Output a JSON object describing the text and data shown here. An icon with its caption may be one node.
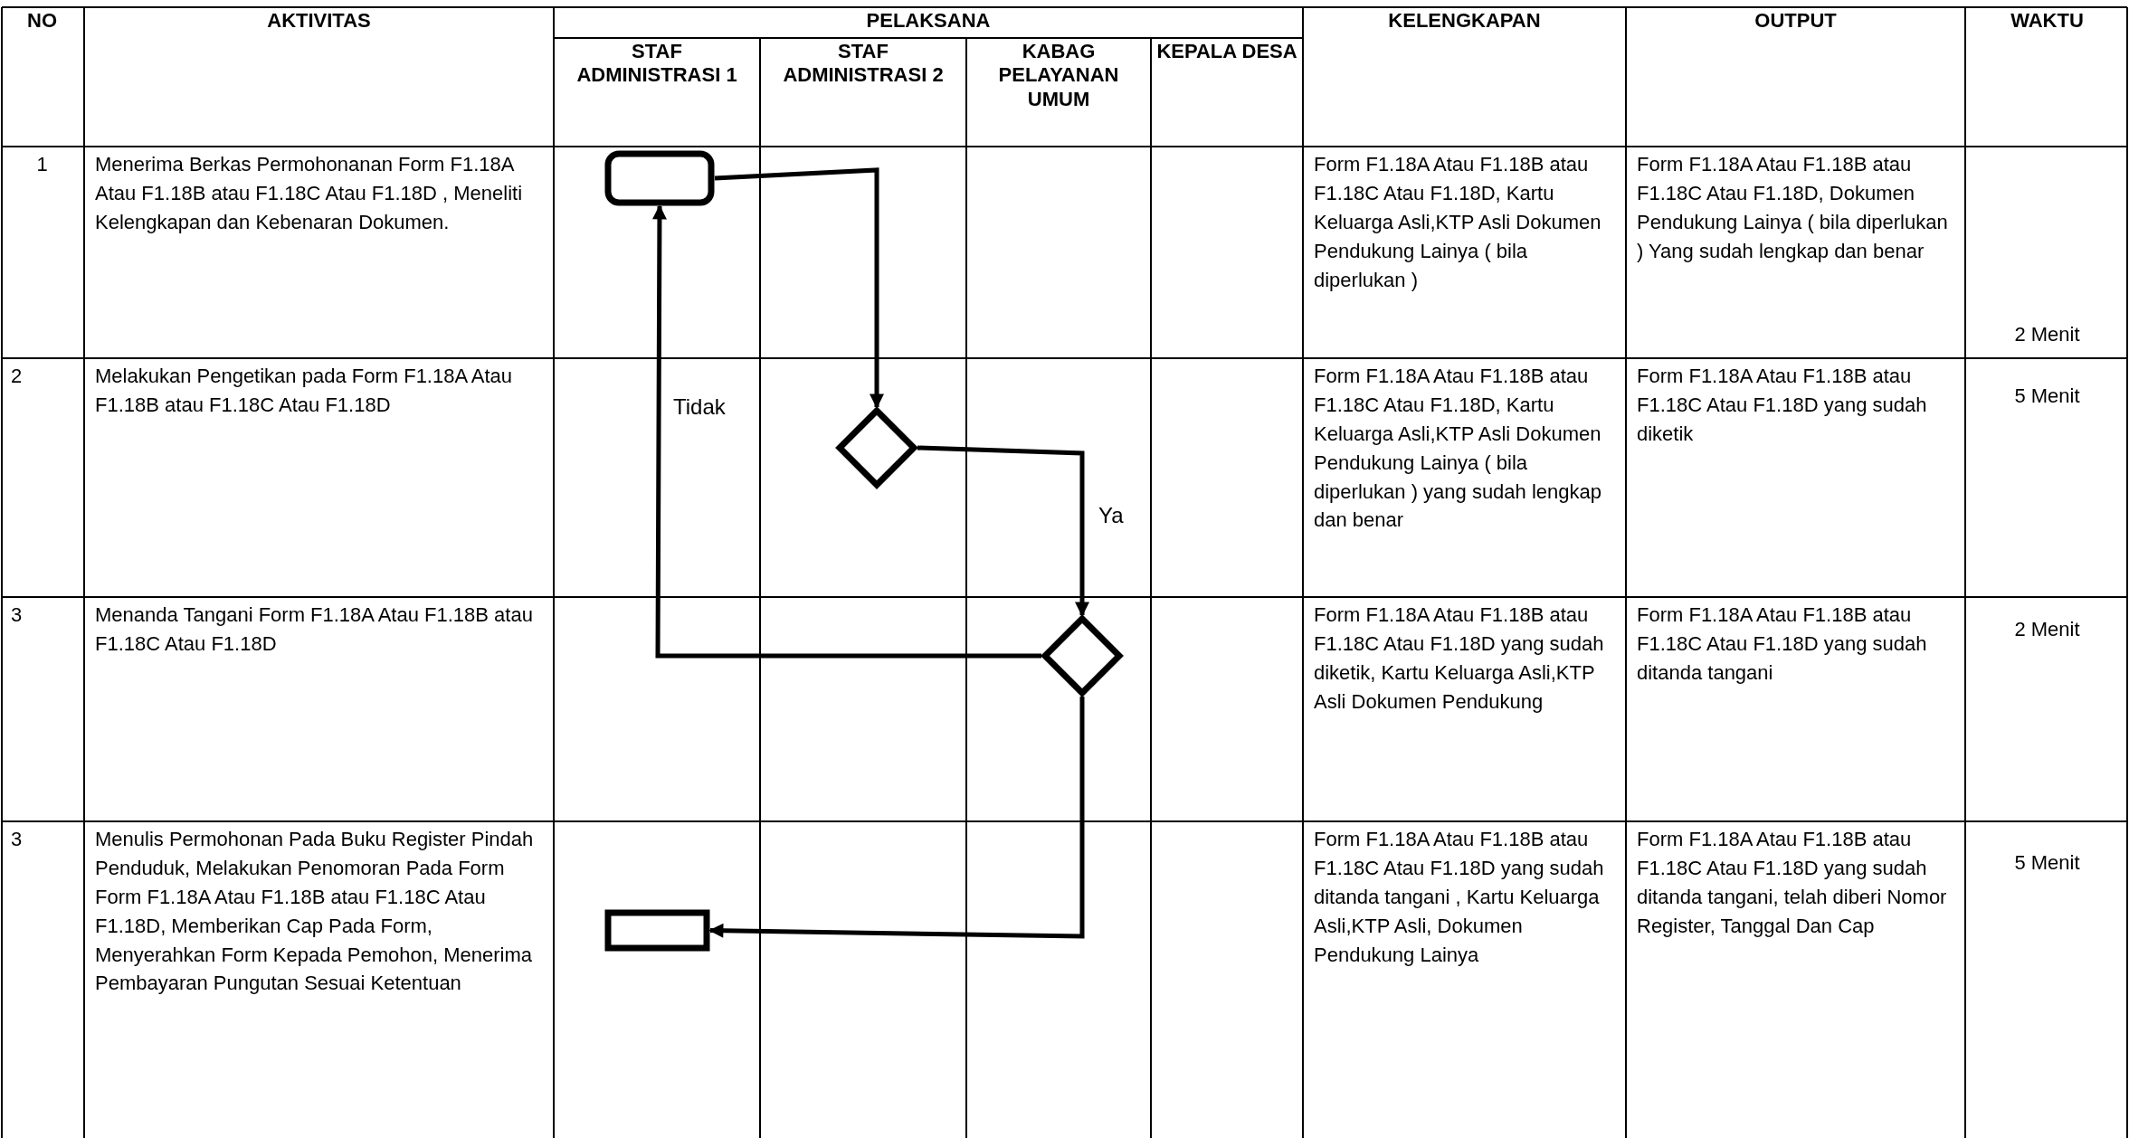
{
  "diagram": {
    "nodes": [
      {
        "text": [],
        "shape": "box"
      },
      {
        "text": [],
        "shape": "diamond"
      },
      {
        "text": [],
        "shape": "diamond"
      },
      {
        "text": [],
        "shape": "box"
      }
    ],
    "edges": [
      {
        "from": 0,
        "to": 1,
        "arrow": "to"
      },
      {
        "from": 1,
        "to": 2,
        "arrow": "to",
        "label": "Ya"
      },
      {
        "from": 2,
        "to": 0,
        "arrow": "to",
        "label": "Tidak"
      },
      {
        "from": 2,
        "to": 3,
        "arrow": "to"
      }
    ],
    "labels": [
      "NO",
      "AKTIVITAS",
      "PELAKSANA",
      "KELENGKAPAN",
      "OUTPUT",
      "WAKTU",
      "STAF ADMINISTRASI 1",
      "STAF ADMINISTRASI 2",
      "KABAG PELAYANAN UMUM",
      "KEPALA DESA",
      "1",
      "Menerima Berkas Permohonanan Form F1.18A Atau F1.18B atau F1.18C Atau F1.18D , Meneliti Kelengkapan dan Kebenaran Dokumen.",
      "Form F1.18A Atau F1.18B atau F1.18C Atau F1.18D, Kartu Keluarga Asli,KTP Asli Dokumen Pendukung Lainya ( bila diperlukan )",
      "Form F1.18A Atau F1.18B atau F1.18C Atau F1.18D, Dokumen Pendukung Lainya ( bila diperlukan ) Yang sudah lengkap dan benar",
      "2 Menit",
      "2",
      "Melakukan Pengetikan pada Form F1.18A Atau F1.18B atau F1.18C Atau F1.18D",
      "Form F1.18A Atau F1.18B atau F1.18C Atau F1.18D, Kartu Keluarga Asli,KTP Asli Dokumen Pendukung Lainya ( bila diperlukan ) yang sudah lengkap dan benar",
      "Form F1.18A Atau F1.18B atau F1.18C Atau F1.18D yang sudah diketik",
      "5 Menit",
      "3",
      "Menanda Tangani Form F1.18A Atau F1.18B atau F1.18C Atau F1.18D",
      "Form F1.18A Atau F1.18B atau F1.18C Atau F1.18D yang sudah diketik, Kartu Keluarga Asli,KTP Asli Dokumen Pendukung",
      "Form F1.18A Atau F1.18B atau F1.18C Atau F1.18D yang sudah ditanda tangani",
      "2 Menit",
      "3",
      "Menulis Permohonan Pada Buku Register Pindah Penduduk, Melakukan Penomoran Pada Form Form F1.18A Atau F1.18B atau F1.18C Atau F1.18D, Memberikan Cap Pada Form, Menyerahkan Form Kepada Pemohon, Menerima Pembayaran Pungutan Sesuai Ketentuan",
      "Form F1.18A Atau F1.18B atau F1.18C Atau F1.18D yang sudah ditanda tangani , Kartu Keluarga Asli,KTP Asli, Dokumen Pendukung Lainya",
      "Form F1.18A Atau F1.18B atau F1.18C Atau F1.18D yang sudah ditanda tangani, telah diberi Nomor Register, Tanggal Dan Cap",
      "5 Menit"
    ]
  }
}
